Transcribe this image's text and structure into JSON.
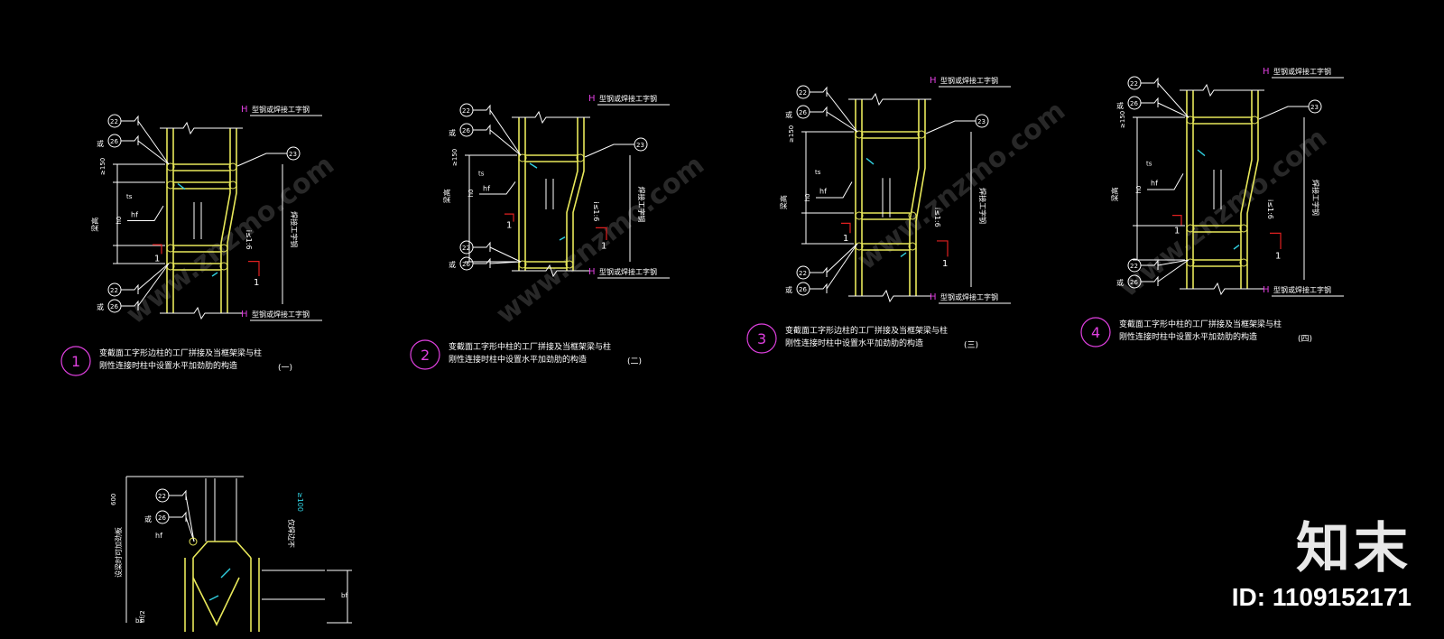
{
  "colors": {
    "background": "#000000",
    "column": "#e8e85a",
    "dimension": "#ffffff",
    "callout": "#ffffff",
    "tag": "#e040e0",
    "cyan": "#30d0e0",
    "red": "#e02020",
    "watermark": "#4a4a4a"
  },
  "labels": {
    "h_beam": "型钢或焊接工字钢",
    "h_mark": "H",
    "welded_section": "焊接工字钢",
    "or": "或",
    "ge150": "≥150",
    "slope": "i≤1:6",
    "one": "1",
    "ts": "ts",
    "h0": "h0",
    "hf": "hf",
    "beam_h": "梁高"
  },
  "details": [
    {
      "number": "1",
      "line1": "变截面工字形边柱的工厂拼接及当框架梁与柱",
      "line2": "刚性连接时柱中设置水平加劲肋的构造",
      "suffix": "(一)"
    },
    {
      "number": "2",
      "line1": "变截面工字形中柱的工厂拼接及当框架梁与柱",
      "line2": "刚性连接时柱中设置水平加劲肋的构造",
      "suffix": "(二)"
    },
    {
      "number": "3",
      "line1": "变截面工字形边柱的工厂拼接及当框架梁与柱",
      "line2": "刚性连接时柱中设置水平加劲肋的构造",
      "suffix": "(三)"
    },
    {
      "number": "4",
      "line1": "变截面工字形中柱的工厂拼接及当框架梁与柱",
      "line2": "刚性连接时柱中设置水平加劲肋的构造",
      "suffix": "(四)"
    }
  ],
  "weld_tags": [
    "22",
    "26",
    "23"
  ],
  "detail5": {
    "dim_top": "600",
    "dim_ge": "≥100",
    "note": "仅焊边不",
    "side_note": "设梁时可加劲板",
    "bf": "bf",
    "bf2": "bf/2",
    "bs": "bs"
  },
  "watermark_text": "www.znzmo.com",
  "brand": {
    "logo": "知末",
    "id": "ID: 1109152171"
  }
}
